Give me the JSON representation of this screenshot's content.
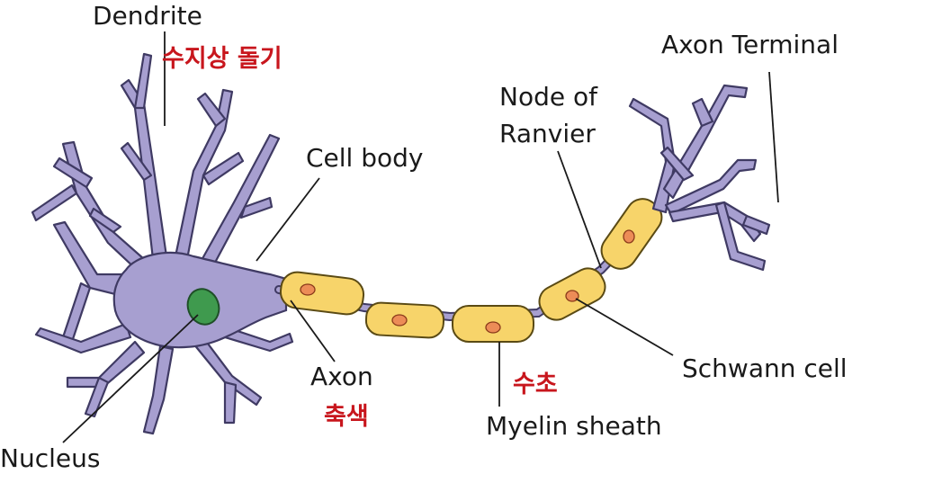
{
  "labels": {
    "dendrite": "Dendrite",
    "dendrite_kr": "수지상 돌기",
    "cell_body": "Cell body",
    "nucleus": "Nucleus",
    "axon": "Axon",
    "axon_kr": "축색",
    "node_of_ranvier_line1": "Node of",
    "node_of_ranvier_line2": "Ranvier",
    "axon_terminal": "Axon Terminal",
    "myelin_sheath": "Myelin sheath",
    "myelin_sheath_kr": "수초",
    "schwann_cell": "Schwann cell"
  },
  "colors": {
    "neuron": "#a79fd0",
    "neuron_outline": "#3f3a63",
    "myelin": "#f7d46a",
    "myelin_outline": "#5a4a14",
    "schwann_nucleus": "#ec8c57",
    "nucleus": "#3f9a4e",
    "label_en": "#1a1a1a",
    "label_kr": "#c8161d"
  }
}
